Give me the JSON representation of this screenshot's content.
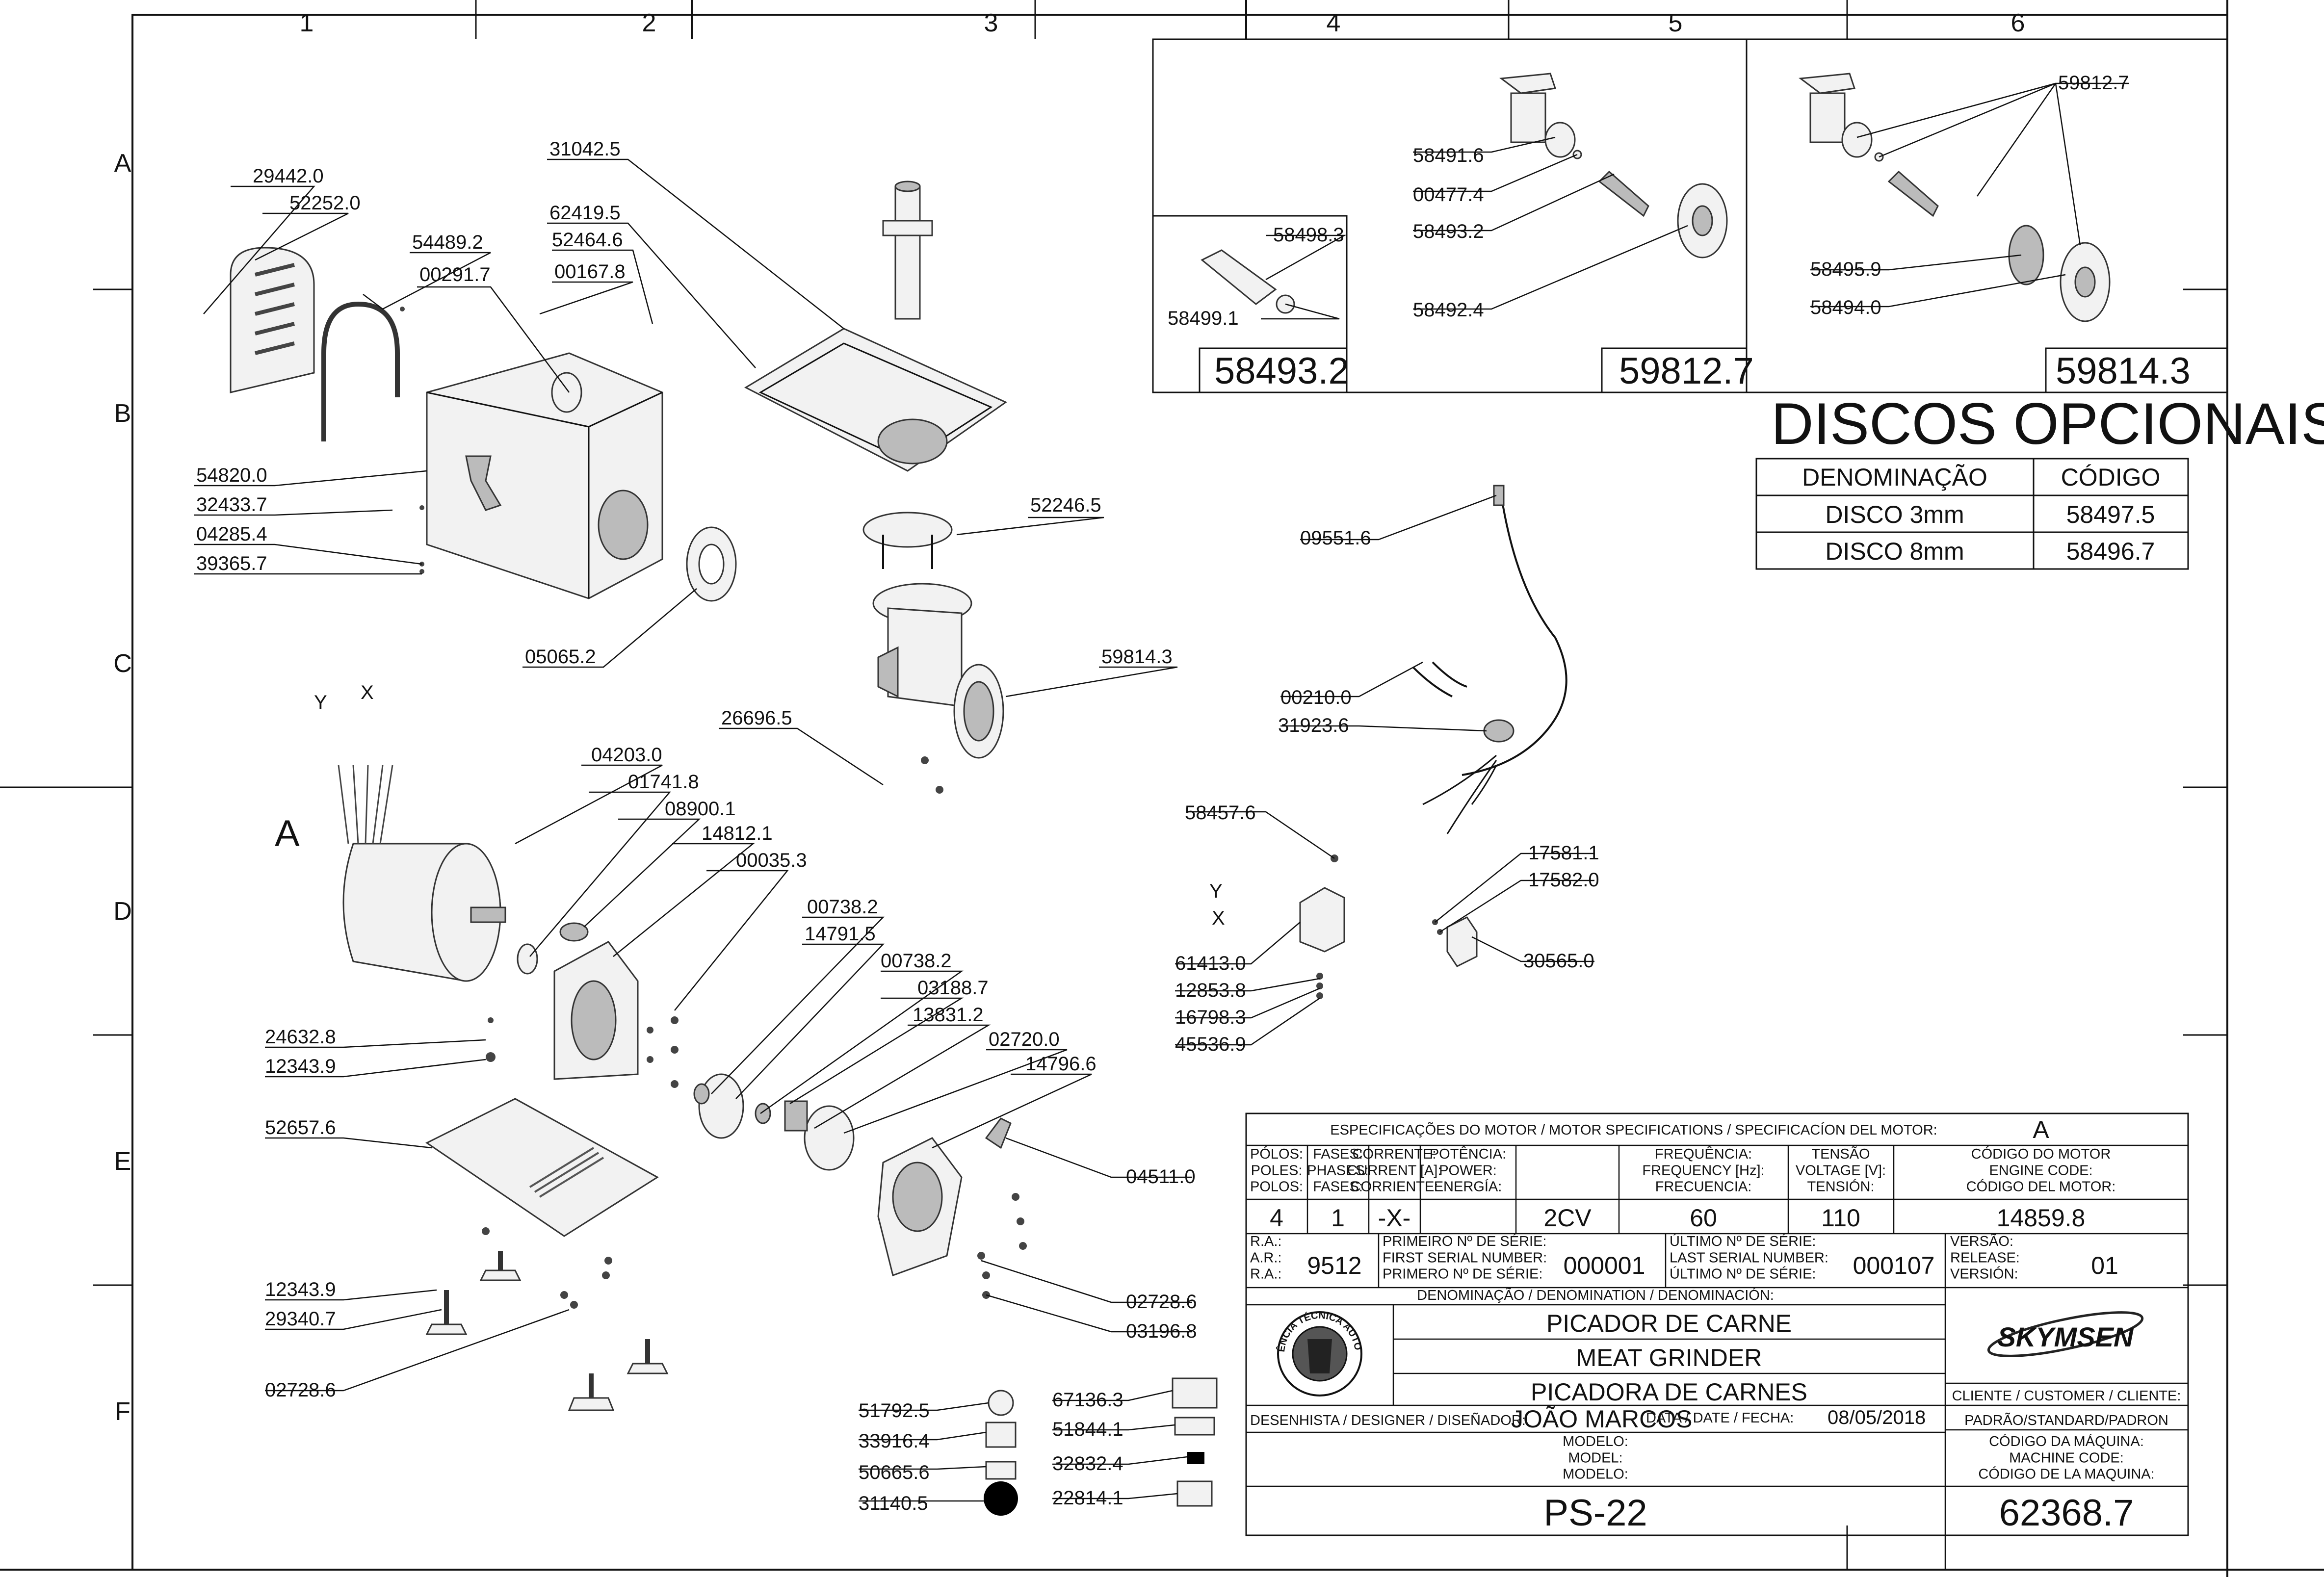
{
  "grid": {
    "cols": [
      "1",
      "2",
      "3",
      "4",
      "5",
      "6"
    ],
    "rows": [
      "A",
      "B",
      "C",
      "D",
      "E",
      "F"
    ]
  },
  "axes": {
    "y": "Y",
    "x": "X"
  },
  "detail_marker": "A",
  "callouts": [
    "29442.0",
    "52252.0",
    "54489.2",
    "00291.7",
    "31042.5",
    "62419.5",
    "52464.6",
    "00167.8",
    "54820.0",
    "32433.7",
    "04285.4",
    "39365.7",
    "05065.2",
    "52246.5",
    "59814.3",
    "26696.5",
    "04203.0",
    "01741.8",
    "08900.1",
    "14812.1",
    "00035.3",
    "00738.2",
    "14791.5",
    "00738.2",
    "03188.7",
    "13831.2",
    "02720.0",
    "14796.6",
    "24632.8",
    "12343.9",
    "52657.6",
    "04511.0",
    "02728.6",
    "03196.8",
    "12343.9",
    "29340.7",
    "02728.6",
    "51792.5",
    "33916.4",
    "50665.6",
    "31140.5",
    "67136.3",
    "51844.1",
    "32832.4",
    "22814.1",
    "09551.6",
    "00210.0",
    "31923.6",
    "58457.6",
    "61413.0",
    "12853.8",
    "16798.3",
    "45536.9",
    "17581.1",
    "17582.0",
    "30565.0",
    "58498.3",
    "58499.1",
    "58491.6",
    "00477.4",
    "58493.2",
    "58492.4",
    "58495.9",
    "58494.0",
    "59812.7"
  ],
  "options": {
    "box_codes": [
      "58493.2",
      "59812.7",
      "59814.3"
    ],
    "title": "DISCOS OPCIONAIS",
    "headers": [
      "DENOMINAÇÃO",
      "CÓDIGO"
    ],
    "rows": [
      [
        "DISCO 3mm",
        "58497.5"
      ],
      [
        "DISCO 8mm",
        "58496.7"
      ]
    ]
  },
  "title_block": {
    "motor_spec_title": "ESPECIFICAÇÕES DO MOTOR / MOTOR SPECIFICATIONS / SPECIFICACÍON DEL MOTOR:",
    "motor_spec_value": "A",
    "columns": [
      {
        "label": "PÓLOS:\nPOLES:\nPOLOS:",
        "value": "4"
      },
      {
        "label": "FASES:\nPHASES:\nFASES:",
        "value": "1"
      },
      {
        "label": "CORRENTE:\nCURRENT [A]:\nCORRIENTE:",
        "value": "-X-"
      },
      {
        "label": "POTÊNCIA:\nPOWER:\nENERGÍA:",
        "value": "2CV"
      },
      {
        "label": "FREQUÊNCIA:\nFREQUENCY [Hz]:\nFRECUENCIA:",
        "value": "60"
      },
      {
        "label": "TENSÃO\nVOLTAGE [V]:\nTENSIÓN:",
        "value": "110"
      },
      {
        "label": "CÓDIGO DO MOTOR\nENGINE CODE:\nCÓDIGO DEL MOTOR:",
        "value": "14859.8"
      }
    ],
    "ra_label": "R.A.:\nA.R.:\nR.A.:",
    "ra_value": "9512",
    "first_serial_label": "PRIMEIRO Nº DE SÉRIE:\nFIRST SERIAL NUMBER:\nPRIMERO Nº DE SÉRIE:",
    "first_serial_value": "000001",
    "last_serial_label": "ÚLTIMO Nº DE SÉRIE:\nLAST SERIAL NUMBER:\nÚLTIMO Nº DE SÉRIE:",
    "last_serial_value": "000107",
    "version_label": "VERSÃO:\nRELEASE:\nVERSIÓN:",
    "version_value": "01",
    "denomination_label": "DENOMINAÇÃO / DENOMINATION / DENOMINACIÓN:",
    "names": [
      "PICADOR DE CARNE",
      "MEAT GRINDER",
      "PICADORA DE CARNES"
    ],
    "brand": "SKYMSEN",
    "client_label": "CLIENTE / CUSTOMER / CLIENTE:",
    "client_value": "PADRÃO/STANDARD/PADRON",
    "designer_label": "DESENHISTA / DESIGNER / DISEÑADOR:",
    "designer_value": "JOÃO MARCOS",
    "date_label": "DATA / DATE / FECHA:",
    "date_value": "08/05/2018",
    "model_label": "MODELO:\nMODEL:\nMODELO:",
    "model_value": "PS-22",
    "machine_code_label": "CÓDIGO DA MÁQUINA:\nMACHINE CODE:\nCÓDIGO DE LA MAQUINA:",
    "machine_code_value": "62368.7",
    "seal_text": "ASSISTÊNCIA TÉCNICA AUTORIZADA"
  }
}
